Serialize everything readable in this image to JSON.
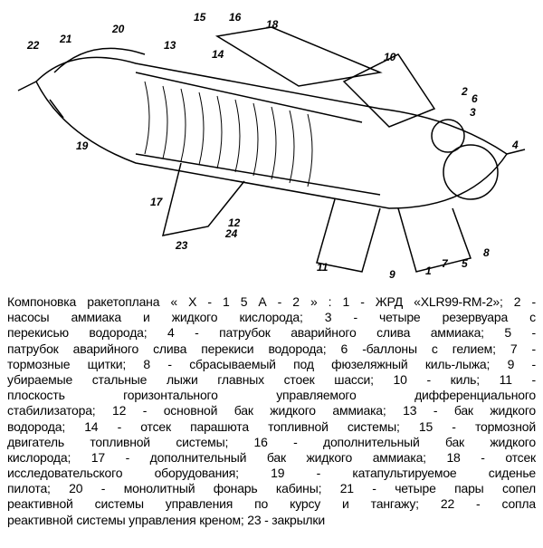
{
  "figure": {
    "callouts": [
      "22",
      "21",
      "20",
      "13",
      "15",
      "16",
      "18",
      "14",
      "10",
      "2",
      "6",
      "3",
      "4",
      "19",
      "17",
      "12",
      "24",
      "23",
      "11",
      "9",
      "1",
      "7",
      "5",
      "8"
    ]
  },
  "caption": {
    "lines": [
      "Компоновка ракетоплана « Х - 1 5 А - 2 » : 1 - ЖРД «XLR99-RM-2»; 2 -",
      "насосы аммиака и жидкого кислорода; 3 - четыре резервуара с",
      "перекисью водорода; 4 - патрубок аварийного слива аммиака; 5 -",
      "патрубок аварийного слива перекиси водорода; 6 -баллоны с гелием; 7 -",
      "тормозные щитки; 8 - сбрасываемый под фюзеляжный киль-лыжа; 9 -",
      "убираемые стальные лыжи главных стоек шасси; 10 - киль; 11 -",
      "плоскость горизонтального управляемого дифференциального",
      "стабилизатора; 12 - основной бак жидкого аммиака; 13 - бак жидкого",
      "водорода; 14 - отсек парашюта топливной системы; 15 - тормозной",
      "двигатель топливной системы; 16 - дополнительный бак жидкого",
      "кислорода; 17 - дополнительный бак жидкого аммиака; 18 - отсек",
      "исследовательского оборудования; 19 - катапультируемое сиденье",
      "пилота; 20 - монолитный фонарь кабины; 21 - четыре пары сопел",
      "реактивной системы управления по курсу и тангажу; 22 - сопла",
      "реактивной системы управления креном; 23 - закрылки"
    ]
  }
}
